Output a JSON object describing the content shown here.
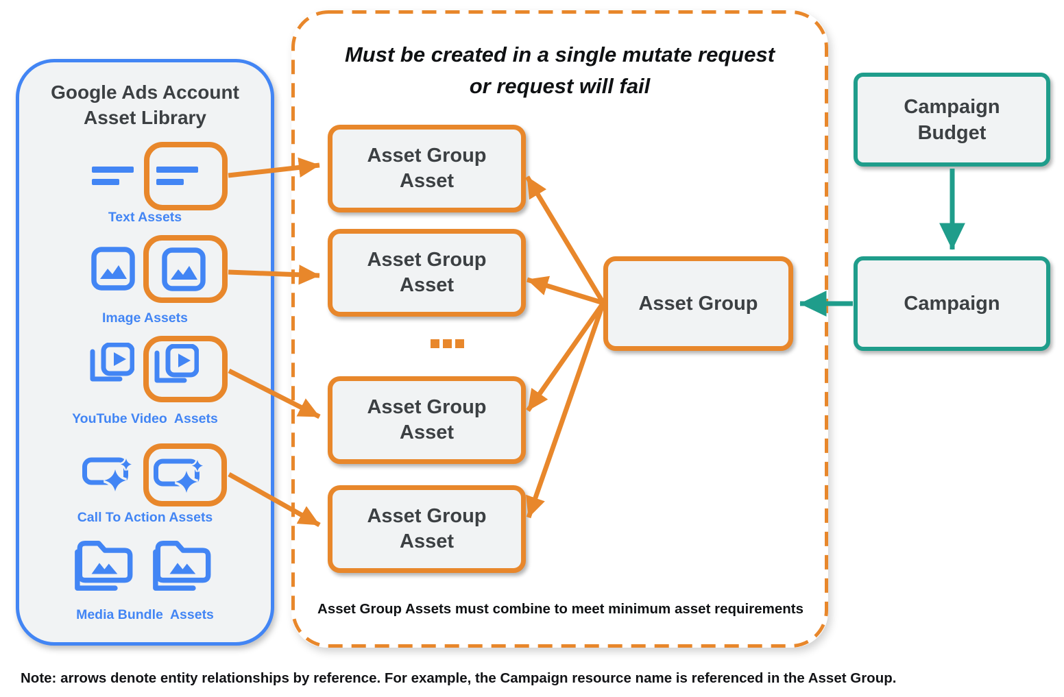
{
  "library": {
    "title_line1": "Google Ads Account",
    "title_line2": "Asset Library",
    "items": [
      {
        "label": "Text Assets"
      },
      {
        "label": "Image Assets"
      },
      {
        "label": "YouTube Video  Assets"
      },
      {
        "label": "Call To Action Assets"
      },
      {
        "label": "Media Bundle  Assets"
      }
    ]
  },
  "mutate_panel": {
    "title_line1": "Must be created in a single mutate request",
    "title_line2": "or request will fail",
    "asset_group_asset_line1": "Asset Group",
    "asset_group_asset_line2": "Asset",
    "ellipsis": "...",
    "asset_group_label": "Asset Group",
    "footnote": "Asset Group Assets must combine to meet minimum asset requirements"
  },
  "campaign_column": {
    "budget_line1": "Campaign",
    "budget_line2": "Budget",
    "campaign_label": "Campaign"
  },
  "note": "Note: arrows denote entity relationships by reference. For example, the Campaign resource name is referenced in the Asset Group.",
  "colors": {
    "orange": "#E8872B",
    "blue": "#4285F4",
    "teal": "#1F9D8B",
    "box_fill": "#F1F3F4",
    "dark_text": "#3C4043"
  }
}
